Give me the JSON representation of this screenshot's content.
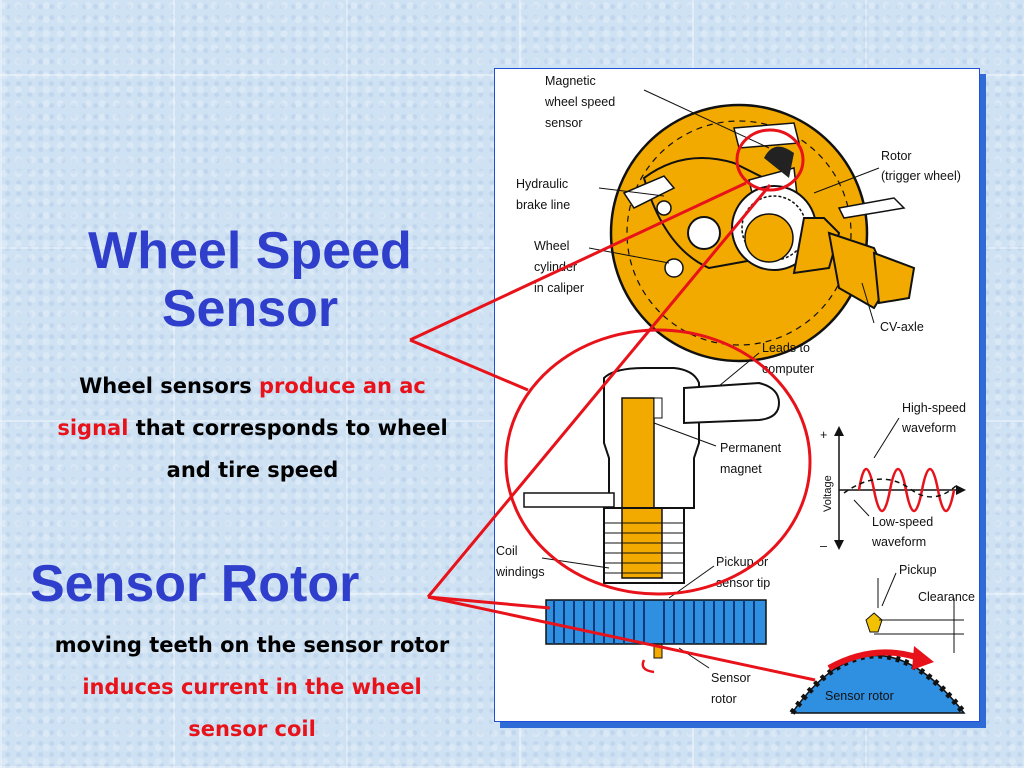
{
  "title_wheel_speed_sensor": "Wheel Speed Sensor",
  "text_wheel_sensors": {
    "part1": "Wheel sensors ",
    "part2_red": "produce an ac signal",
    "part3": " that corresponds to wheel and tire speed"
  },
  "title_sensor_rotor": "Sensor Rotor",
  "text_rotor": {
    "part1": "moving teeth on the sensor rotor ",
    "part2_red": "induces current in the wheel sensor coil"
  },
  "diagram_labels": {
    "magnetic": [
      "Magnetic",
      "wheel speed",
      "sensor"
    ],
    "rotor_trigger": [
      "Rotor",
      "(trigger wheel)"
    ],
    "hydraulic": [
      "Hydraulic",
      "brake line"
    ],
    "wheel_cylinder": [
      "Wheel",
      "cylinder",
      "in caliper"
    ],
    "cv_axle": "CV-axle",
    "leads": [
      "Leads to",
      "computer"
    ],
    "permanent_magnet": [
      "Permanent",
      "magnet"
    ],
    "high_speed": [
      "High-speed",
      "waveform"
    ],
    "low_speed": [
      "Low-speed",
      "waveform"
    ],
    "voltage": "Voltage",
    "plus": "+",
    "minus": "–",
    "coil": [
      "Coil",
      "windings"
    ],
    "pickup_tip": [
      "Pickup or",
      "sensor tip"
    ],
    "pickup": "Pickup",
    "clearance": "Clearance",
    "sensor_rotor_lbl": [
      "Sensor",
      "rotor"
    ],
    "sensor_rotor_arc": "Sensor rotor"
  },
  "colors": {
    "title_blue": "#2f3fcc",
    "highlight_red": "#e8121a",
    "part_orange": "#f2a900",
    "rotor_blue": "#2f8fe0"
  }
}
